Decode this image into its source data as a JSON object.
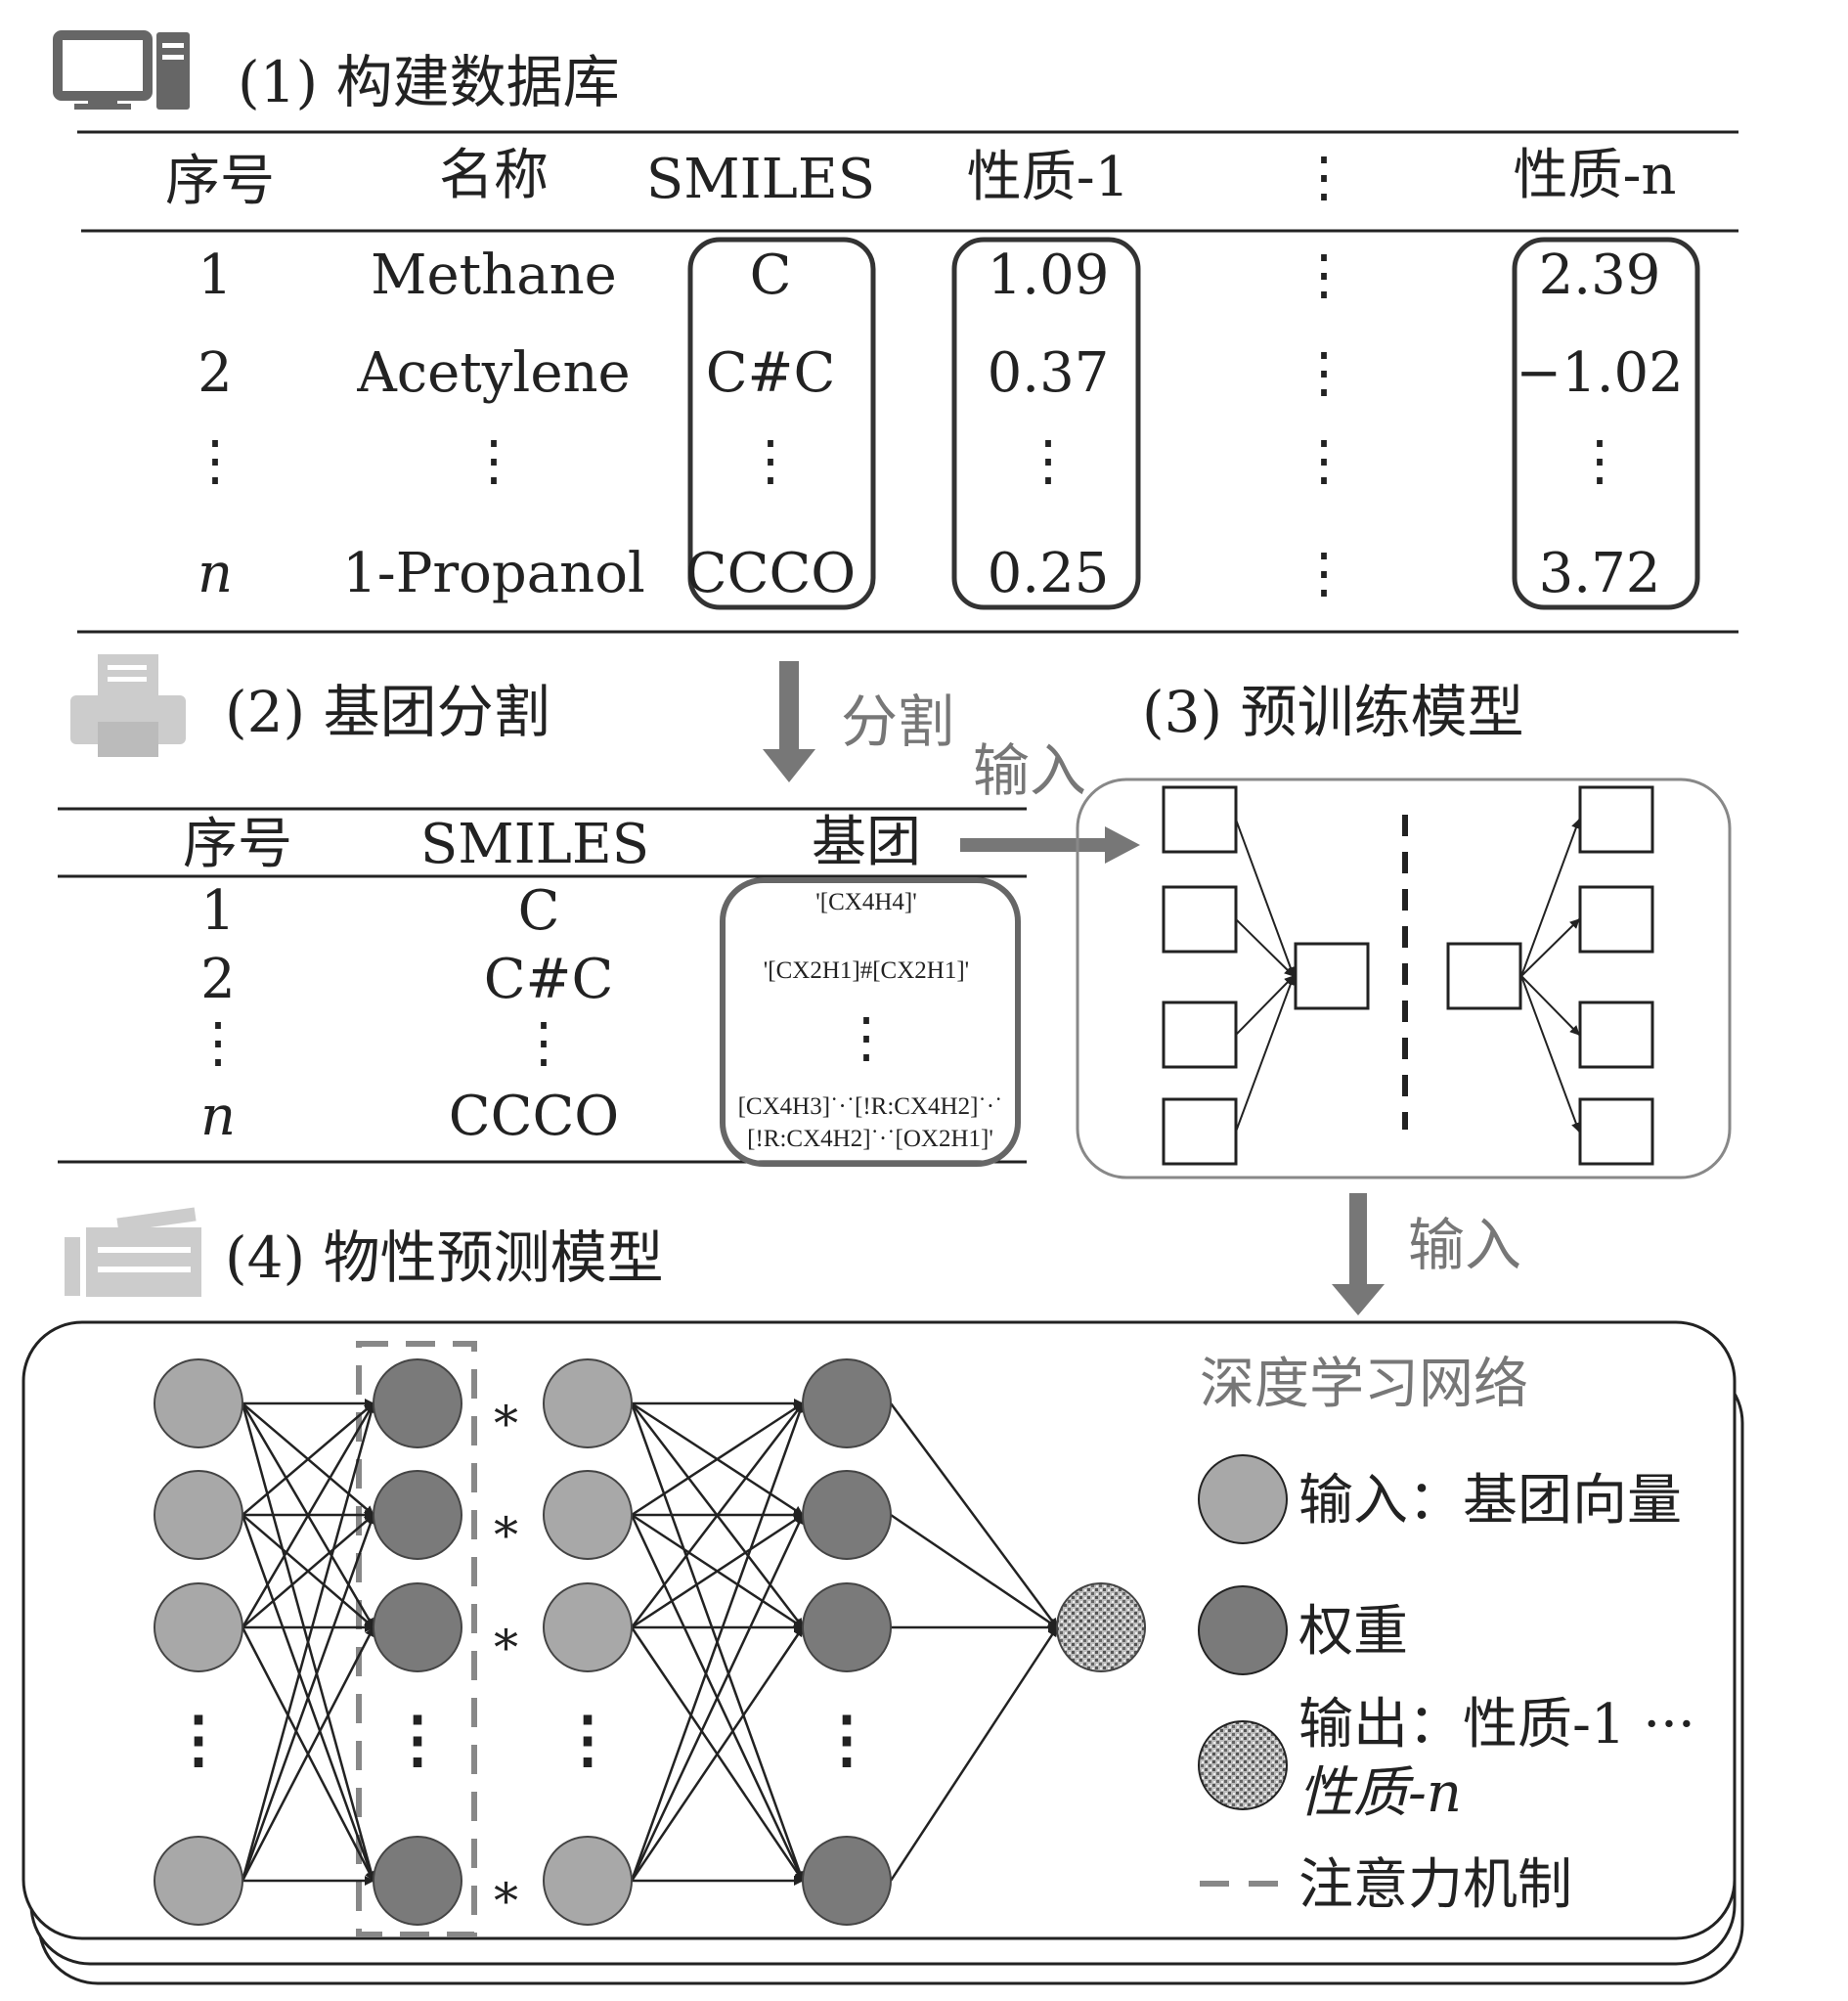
{
  "section1": {
    "title": "(1) 构建数据库",
    "headers": [
      "序号",
      "名称",
      "SMILES",
      "性质-1",
      "⋮",
      "性质-n"
    ],
    "rows": [
      {
        "index": "1",
        "name": "Methane",
        "smiles": "C",
        "prop1": "1.09",
        "propn": "2.39"
      },
      {
        "index": "2",
        "name": "Acetylene",
        "smiles": "C#C",
        "prop1": "0.37",
        "propn": "−1.02"
      },
      {
        "index": "⋮",
        "name": "⋮",
        "smiles": "⋮",
        "prop1": "⋮",
        "propn": "⋮"
      },
      {
        "index": "n",
        "name": "1-Propanol",
        "smiles": "CCCO",
        "prop1": "0.25",
        "propn": "3.72"
      }
    ],
    "dots": "⋮"
  },
  "section2": {
    "title": "(2) 基团分割",
    "arrow_label": "分割",
    "headers": [
      "序号",
      "SMILES",
      "基团"
    ],
    "rows": [
      {
        "index": "1",
        "smiles": "C",
        "group": "'[CX4H4]'"
      },
      {
        "index": "2",
        "smiles": "C#C",
        "group": "'[CX2H1]#[CX2H1]'"
      },
      {
        "index": "⋮",
        "smiles": "⋮",
        "group": "⋮"
      },
      {
        "index": "n",
        "smiles": "CCCO",
        "group_line1": "[CX4H3]˙·˙[!R:CX4H2]˙·˙",
        "group_line2": "[!R:CX4H2]˙·˙[OX2H1]'"
      }
    ],
    "input_label": "输入"
  },
  "section3": {
    "title": "(3) 预训练模型",
    "output_label": "输入"
  },
  "section4": {
    "title": "(4) 物性预测模型",
    "legend": {
      "title": "深度学习网络",
      "input": "输入：基团向量",
      "weight": "权重",
      "output_line1": "输出：性质-1 ···",
      "output_line2": "性质-n",
      "attention": "注意力机制"
    },
    "star": "*",
    "dots": "⋮"
  },
  "colors": {
    "input_node": "#a8a8a8",
    "weight_node": "#7a7a7a",
    "line": "#222222",
    "gray_text": "#777777",
    "arrow": "#777777"
  }
}
